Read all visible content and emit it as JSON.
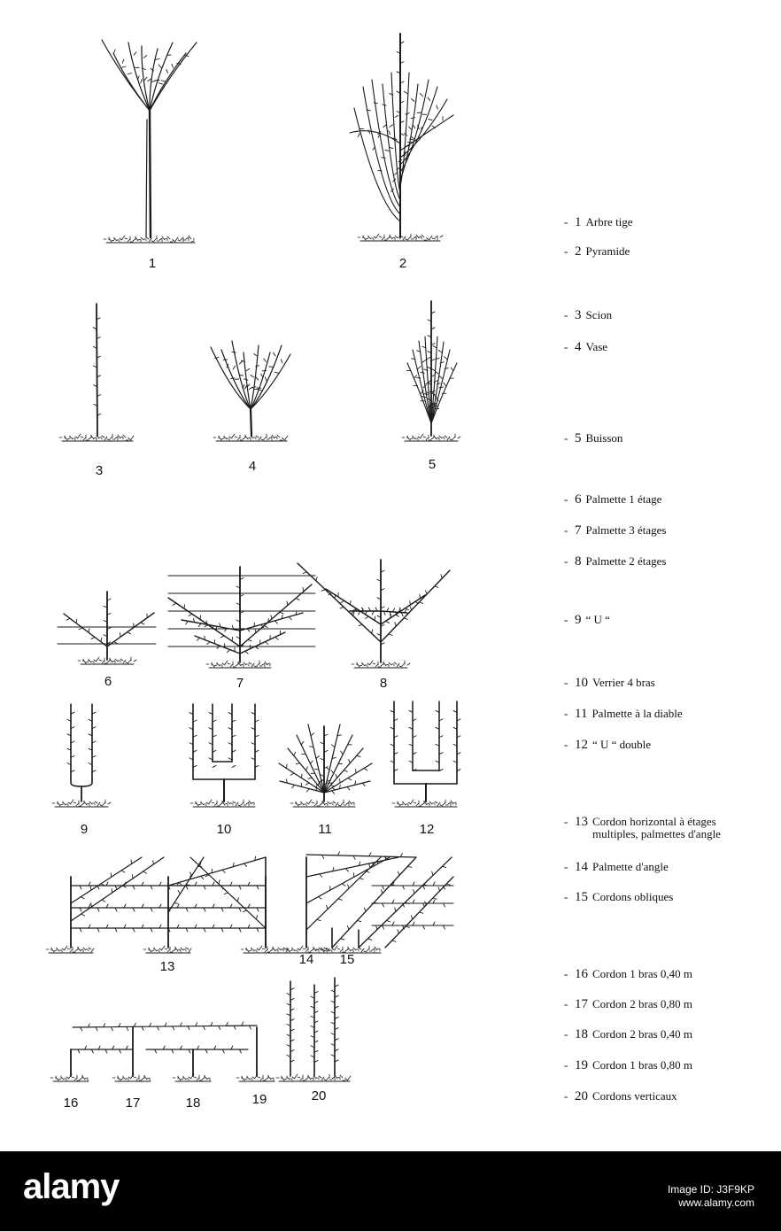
{
  "figure_numbers": [
    "1",
    "2",
    "3",
    "4",
    "5",
    "6",
    "7",
    "8",
    "9",
    "10",
    "11",
    "12",
    "13",
    "14",
    "15",
    "16",
    "17",
    "18",
    "19",
    "20"
  ],
  "legend": [
    {
      "num": "1",
      "label": "Arbre tige"
    },
    {
      "num": "2",
      "label": "Pyramide"
    },
    {
      "num": "3",
      "label": "Scion"
    },
    {
      "num": "4",
      "label": "Vase"
    },
    {
      "num": "5",
      "label": "Buisson"
    },
    {
      "num": "6",
      "label": "Palmette 1 étage"
    },
    {
      "num": "7",
      "label": "Palmette 3 étages"
    },
    {
      "num": "8",
      "label": "Palmette 2 étages"
    },
    {
      "num": "9",
      "label": "“ U “"
    },
    {
      "num": "10",
      "label": "Verrier 4 bras"
    },
    {
      "num": "11",
      "label": "Palmette à la diable"
    },
    {
      "num": "12",
      "label": "“ U “ double"
    },
    {
      "num": "13",
      "label": "Cordon horizontal à étages multiples, palmettes d'angle"
    },
    {
      "num": "14",
      "label": "Palmette d'angle"
    },
    {
      "num": "15",
      "label": "Cordons obliques"
    },
    {
      "num": "16",
      "label": "Cordon 1 bras 0,40 m"
    },
    {
      "num": "17",
      "label": "Cordon 2 bras 0,80 m"
    },
    {
      "num": "18",
      "label": "Cordon 2 bras 0,40 m"
    },
    {
      "num": "19",
      "label": "Cordon 1 bras 0,80 m"
    },
    {
      "num": "20",
      "label": "Cordons verticaux"
    }
  ],
  "footer": {
    "watermark": "alamy",
    "image_id_line1": "Image ID: J3F9KP",
    "image_id_line2": "www.alamy.com"
  },
  "colors": {
    "ink": "#1a1a1a",
    "background": "#ffffff",
    "footer": "#000000"
  }
}
